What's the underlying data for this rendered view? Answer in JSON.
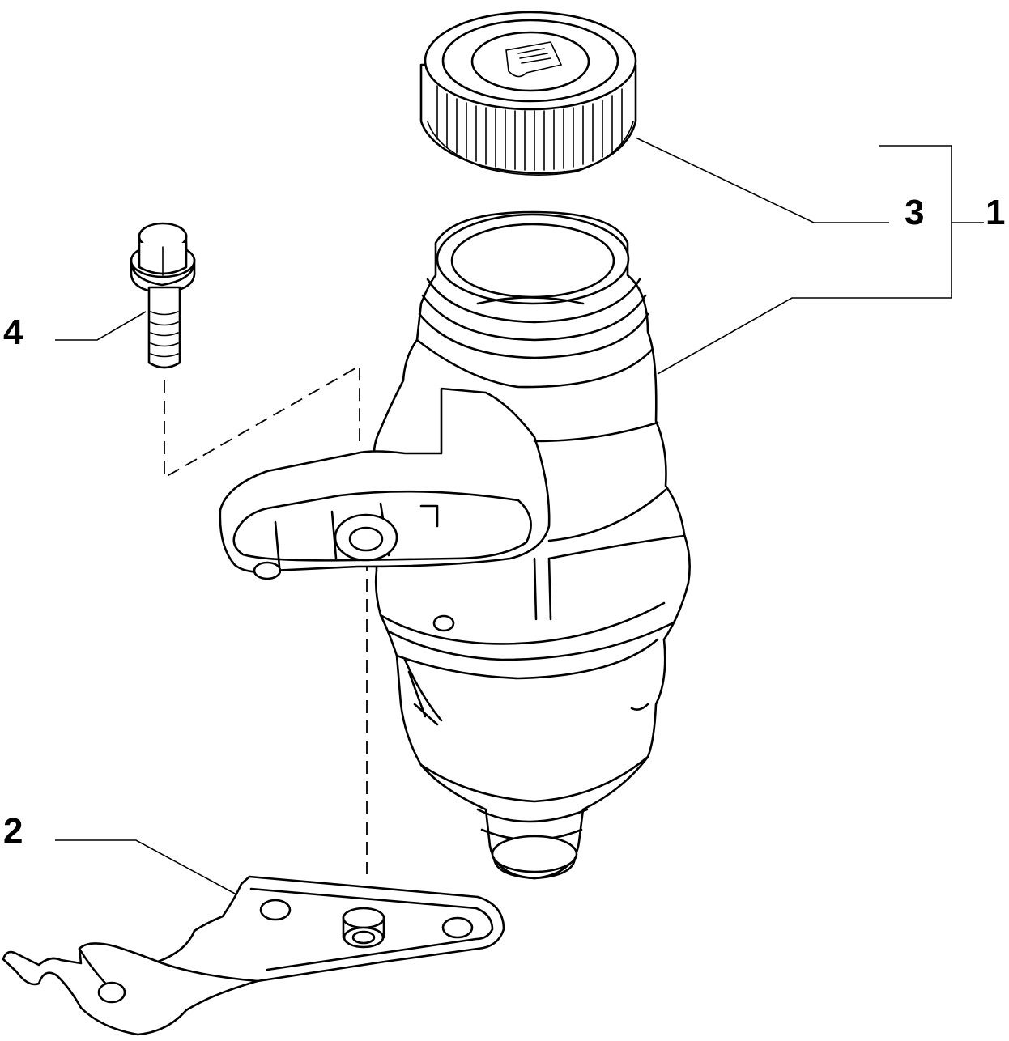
{
  "diagram": {
    "callouts": [
      {
        "id": "1",
        "label": "1"
      },
      {
        "id": "2",
        "label": "2"
      },
      {
        "id": "3",
        "label": "3"
      },
      {
        "id": "4",
        "label": "4"
      }
    ],
    "line_color": "#000000",
    "background_color": "#ffffff"
  }
}
